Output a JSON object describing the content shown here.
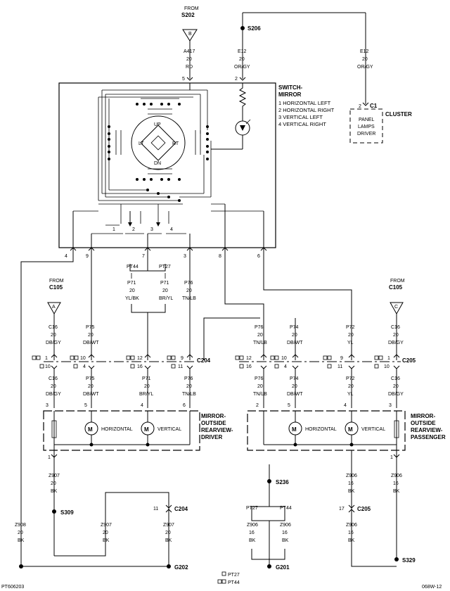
{
  "top": {
    "from_label": "FROM",
    "from_splice": "S202",
    "b_tag": "B",
    "a417": {
      "circuit": "A417",
      "gauge": "20",
      "color": "RD",
      "pin": "5"
    },
    "s206": "S206",
    "e12_left": {
      "circuit": "E12",
      "gauge": "20",
      "color": "OR/GY",
      "pin": "2"
    },
    "e12_right": {
      "circuit": "E12",
      "gauge": "20",
      "color": "OR/GY"
    }
  },
  "switch": {
    "title_1": "SWITCH-",
    "title_2": "MIRROR",
    "legend": [
      "1 HORIZONTAL LEFT",
      "2 HORIZONTAL RIGHT",
      "3 VERTICAL LEFT",
      "4 VERTICAL RIGHT"
    ],
    "joy": {
      "up": "UP",
      "dn": "DN",
      "lt": "LT",
      "rt": "RT"
    },
    "inner_pins": [
      "1",
      "2",
      "3",
      "4"
    ],
    "bottom_pins": [
      "4",
      "9",
      "7",
      "3",
      "8",
      "6"
    ]
  },
  "cluster": {
    "pin": "2",
    "conn": "C1",
    "name": "CLUSTER",
    "driver_lines": [
      "PANEL",
      "LAMPS",
      "DRIVER"
    ]
  },
  "pt44_top": "PT44",
  "pt27_top": "PT27",
  "left_from": {
    "from": "FROM",
    "conn": "C105",
    "tag": "A"
  },
  "right_from": {
    "from": "FROM",
    "conn": "C105",
    "tag": "C"
  },
  "wires_mid": {
    "p71_a": {
      "circuit": "P71",
      "gauge": "20",
      "color": "YL/BK"
    },
    "p71_b": {
      "circuit": "P71",
      "gauge": "20",
      "color": "BR/YL"
    },
    "p76_sw": {
      "circuit": "P76",
      "gauge": "20",
      "color": "TN/LB"
    },
    "c16_l": {
      "circuit": "C16",
      "gauge": "20",
      "color": "DB/GY"
    },
    "p75_top": {
      "circuit": "P75",
      "gauge": "20",
      "color": "DB/WT"
    },
    "p76_r": {
      "circuit": "P76",
      "gauge": "20",
      "color": "TN/LB"
    },
    "p74_r": {
      "circuit": "P74",
      "gauge": "20",
      "color": "DB/WT"
    },
    "p72_r": {
      "circuit": "P72",
      "gauge": "20",
      "color": "YL"
    },
    "c16_r": {
      "circuit": "C16",
      "gauge": "20",
      "color": "DB/GY"
    }
  },
  "c204": {
    "label": "C204",
    "pins": [
      "1",
      "10",
      "10",
      "4",
      "12",
      "16",
      "9",
      "11"
    ]
  },
  "c205": {
    "label": "C205",
    "pins": [
      "12",
      "16",
      "10",
      "4",
      "9",
      "11",
      "1",
      "10"
    ]
  },
  "wires_below": {
    "c16_l": {
      "circuit": "C16",
      "gauge": "20",
      "color": "DB/GY",
      "pin": "3"
    },
    "p75": {
      "circuit": "P75",
      "gauge": "20",
      "color": "DB/WT",
      "pin": "5"
    },
    "p71": {
      "circuit": "P71",
      "gauge": "20",
      "color": "BR/YL",
      "pin": "4"
    },
    "p76_l": {
      "circuit": "P76",
      "gauge": "20",
      "color": "TN/LB",
      "pin": "6"
    },
    "p76_r": {
      "circuit": "P76",
      "gauge": "20",
      "color": "TN/LB",
      "pin": "2"
    },
    "p74": {
      "circuit": "P74",
      "gauge": "20",
      "color": "DB/WT",
      "pin": "5"
    },
    "p72": {
      "circuit": "P72",
      "gauge": "20",
      "color": "YL",
      "pin": "4"
    },
    "c16_r": {
      "circuit": "C16",
      "gauge": "20",
      "color": "DB/GY",
      "pin": "3"
    }
  },
  "mirror_driver": {
    "title": [
      "MIRROR-",
      "OUTSIDE",
      "REARVIEW-",
      "DRIVER"
    ],
    "horizontal": "HORIZONTAL",
    "vertical": "VERTICAL",
    "pin_bottom": "1",
    "pin_right": "6"
  },
  "mirror_pass": {
    "title": [
      "MIRROR-",
      "OUTSIDE",
      "REARVIEW-",
      "PASSENGER"
    ],
    "horizontal": "HORIZONTAL",
    "vertical": "VERTICAL",
    "pin_bottom": "1",
    "pin_left": "2"
  },
  "grounds": {
    "z907_a": {
      "circuit": "Z907",
      "gauge": "20",
      "color": "BK"
    },
    "s309": "S309",
    "c204_pin": "11",
    "c204_label": "C204",
    "z907_b": {
      "circuit": "Z907",
      "gauge": "20",
      "color": "BK"
    },
    "z907_c": {
      "circuit": "Z907",
      "gauge": "20",
      "color": "BK"
    },
    "z908": {
      "circuit": "Z908",
      "gauge": "20",
      "color": "BK"
    },
    "g202": "G202",
    "s236": "S236",
    "pt27": "PT27",
    "pt44": "PT44",
    "z906_a": {
      "circuit": "Z906",
      "gauge": "16",
      "color": "BK"
    },
    "z906_b": {
      "circuit": "Z906",
      "gauge": "16",
      "color": "BK"
    },
    "g201": "G201",
    "z906_top": {
      "circuit": "Z906",
      "gauge": "16",
      "color": "BK"
    },
    "c205_pin": "17",
    "c205_label": "C205",
    "z906_mid": {
      "circuit": "Z906",
      "gauge": "16",
      "color": "BK"
    },
    "s329": "S329",
    "z906_right": {
      "circuit": "Z906",
      "gauge": "16",
      "color": "BK"
    }
  },
  "footer": {
    "left_code": "PT606203",
    "right_code": "068W-12",
    "legend_pt27": "PT27",
    "legend_pt44": "PT44"
  }
}
